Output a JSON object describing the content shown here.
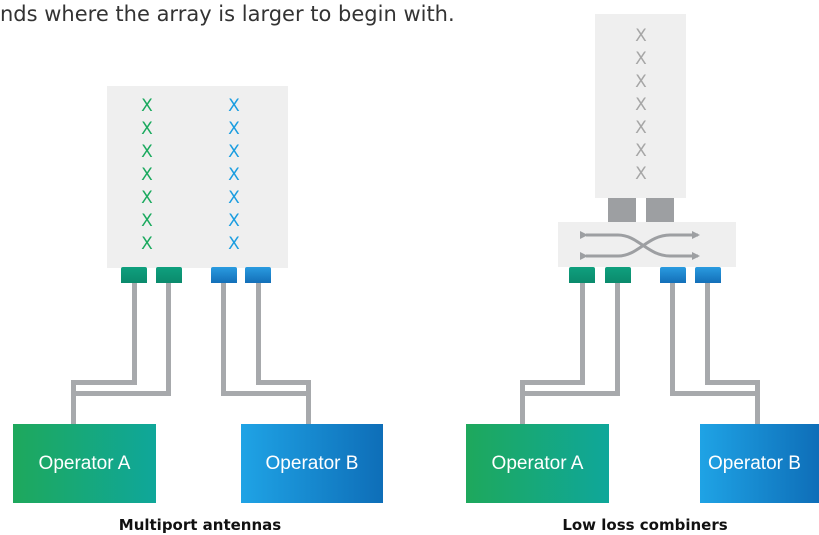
{
  "intro_text": "nds where the array is larger to begin with.",
  "element_mark": "X",
  "colors": {
    "green": "#1aa95e",
    "blue": "#1a9de0",
    "gray_mark": "#a6a6a6",
    "wire": "#a7a9ac",
    "panel": "#efefef"
  },
  "left_diagram": {
    "caption": "Multiport antennas",
    "operator_a": "Operator A",
    "operator_b": "Operator B"
  },
  "right_diagram": {
    "caption": "Low loss combiners",
    "operator_a": "Operator A",
    "operator_b": "Operator B"
  }
}
